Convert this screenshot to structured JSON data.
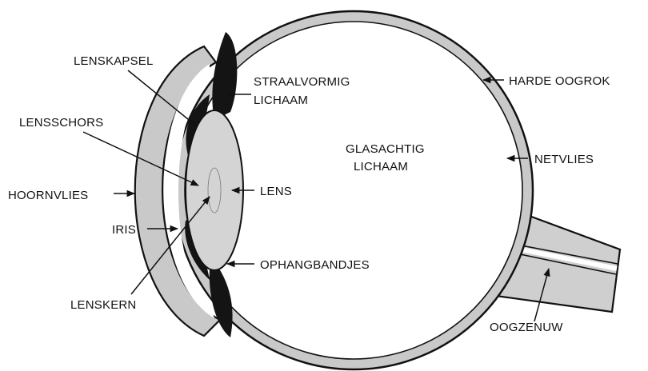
{
  "labels": {
    "lenskapsel": "LENSKAPSEL",
    "straalvormig_1": "STRAALVORMIG",
    "straalvormig_2": "LICHAAM",
    "harde_oogrok": "HARDE OOGROK",
    "lensschors": "LENSSCHORS",
    "glasachtig_1": "GLASACHTIG",
    "glasachtig_2": "LICHAAM",
    "netvlies": "NETVLIES",
    "hoornvlies": "HOORNVLIES",
    "lens": "LENS",
    "iris": "IRIS",
    "ophangbandjes": "OPHANGBANDJES",
    "lenskern": "LENSKERN",
    "oogzenuw": "OOGZENUW"
  },
  "colors": {
    "ink": "#111111",
    "sclera_fill": "#c9c9c9",
    "lens_fill": "#d4d4d4",
    "choroid_fill": "#141414",
    "nerve_fill": "#cfcfcf",
    "background": "#ffffff"
  }
}
